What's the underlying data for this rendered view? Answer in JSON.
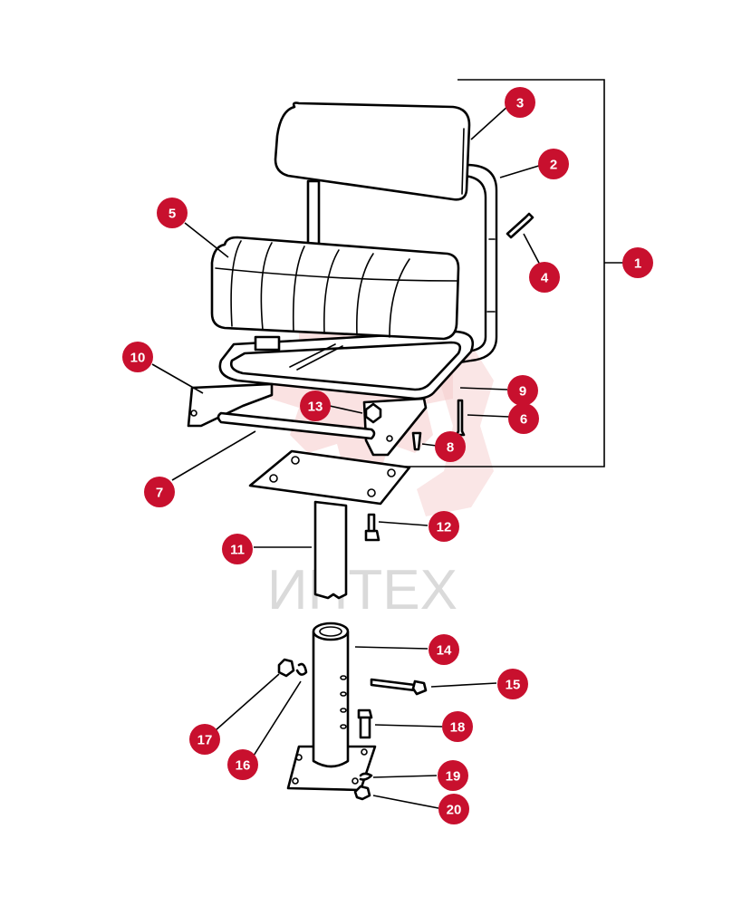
{
  "colors": {
    "callout": "#c8102e",
    "watermark_red": "#f4c4c4",
    "watermark_gray": "#d6d6d6"
  },
  "watermark": {
    "text": "ИНТЕХ"
  },
  "callouts": [
    {
      "id": 1,
      "label": "1"
    },
    {
      "id": 2,
      "label": "2"
    },
    {
      "id": 3,
      "label": "3"
    },
    {
      "id": 4,
      "label": "4"
    },
    {
      "id": 5,
      "label": "5"
    },
    {
      "id": 6,
      "label": "6"
    },
    {
      "id": 7,
      "label": "7"
    },
    {
      "id": 8,
      "label": "8"
    },
    {
      "id": 9,
      "label": "9"
    },
    {
      "id": 10,
      "label": "10"
    },
    {
      "id": 11,
      "label": "11"
    },
    {
      "id": 12,
      "label": "12"
    },
    {
      "id": 13,
      "label": "13"
    },
    {
      "id": 14,
      "label": "14"
    },
    {
      "id": 15,
      "label": "15"
    },
    {
      "id": 16,
      "label": "16"
    },
    {
      "id": 17,
      "label": "17"
    },
    {
      "id": 18,
      "label": "18"
    },
    {
      "id": 19,
      "label": "19"
    },
    {
      "id": 20,
      "label": "20"
    }
  ]
}
